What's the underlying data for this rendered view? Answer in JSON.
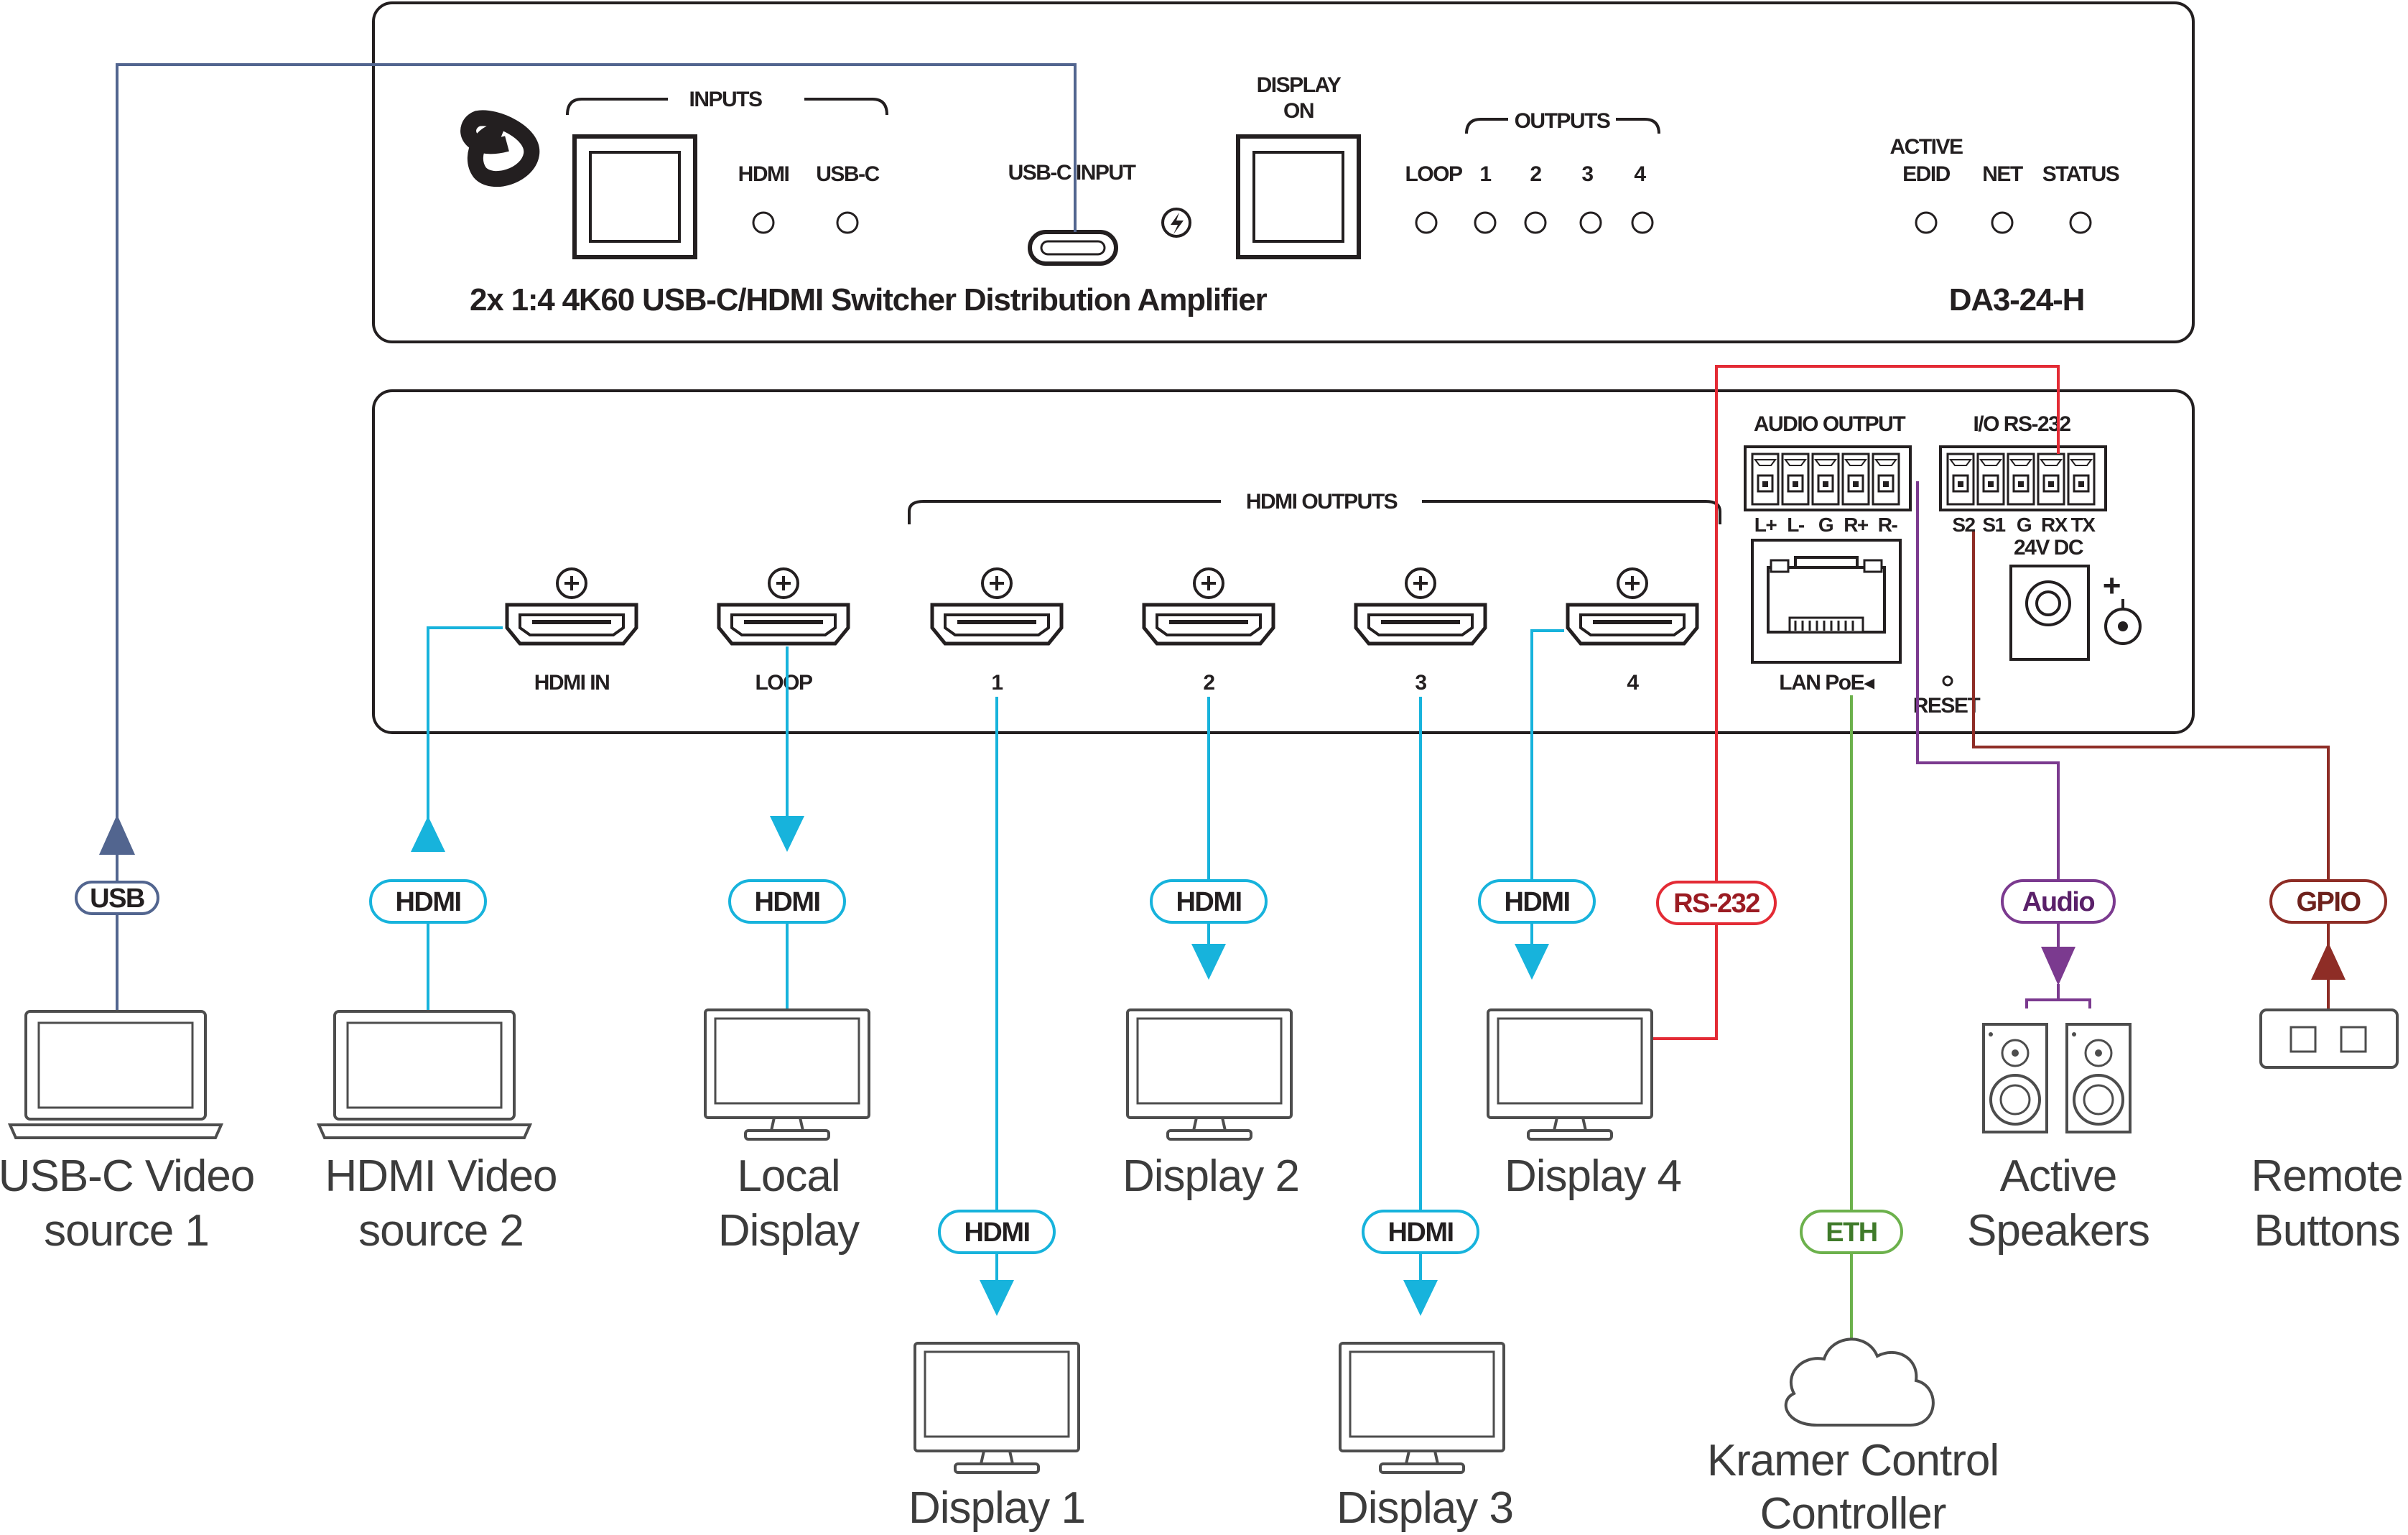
{
  "colors": {
    "usb": "#52658f",
    "hdmi": "#17b3dc",
    "rs232": "#e32b35",
    "eth": "#6cb14c",
    "audio": "#7b3a8f",
    "gpio": "#8e2d26"
  },
  "front_panel": {
    "inputs_label": "INPUTS",
    "hdmi_led": "HDMI",
    "usbc_led": "USB-C",
    "usbc_input": "USB-C INPUT",
    "display_on_1": "DISPLAY",
    "display_on_2": "ON",
    "outputs_label": "OUTPUTS",
    "out_leds": [
      "LOOP",
      "1",
      "2",
      "3",
      "4"
    ],
    "active_edid_1": "ACTIVE",
    "active_edid_2": "EDID",
    "net": "NET",
    "status": "STATUS",
    "product_name": "2x 1:4 4K60 USB-C/HDMI Switcher Distribution Amplifier",
    "model": "DA3-24-H"
  },
  "rear_panel": {
    "hdmi_outputs": "HDMI OUTPUTS",
    "ports": [
      "HDMI IN",
      "LOOP",
      "1",
      "2",
      "3",
      "4"
    ],
    "audio_output": "AUDIO OUTPUT",
    "audio_pins": [
      "L+",
      "L-",
      "G",
      "R+",
      "R-"
    ],
    "rs232": "I/O RS-232",
    "rs232_pins": [
      "S2",
      "S1",
      "G",
      "RX",
      "TX"
    ],
    "dc": "24V DC",
    "plus": "+",
    "lan": "LAN PoE◂",
    "reset": "RESET"
  },
  "cable_labels": {
    "usb": "USB",
    "hdmi_in": "HDMI",
    "hdmi_loop": "HDMI",
    "hdmi_2": "HDMI",
    "hdmi_4": "HDMI",
    "rs232": "RS-232",
    "audio": "Audio",
    "gpio": "GPIO",
    "hdmi_1": "HDMI",
    "hdmi_3": "HDMI",
    "eth": "ETH"
  },
  "devices": {
    "usbc_src_1": "USB-C Video",
    "usbc_src_2": "source 1",
    "hdmi_src_1": "HDMI Video",
    "hdmi_src_2": "source 2",
    "local_1": "Local",
    "local_2": "Display",
    "display_1": "Display 1",
    "display_2": "Display 2",
    "display_3": "Display 3",
    "display_4": "Display 4",
    "speakers_1": "Active",
    "speakers_2": "Speakers",
    "remote_1": "Remote",
    "remote_2": "Buttons",
    "kramer_1": "Kramer Control",
    "kramer_2": "Controller"
  }
}
